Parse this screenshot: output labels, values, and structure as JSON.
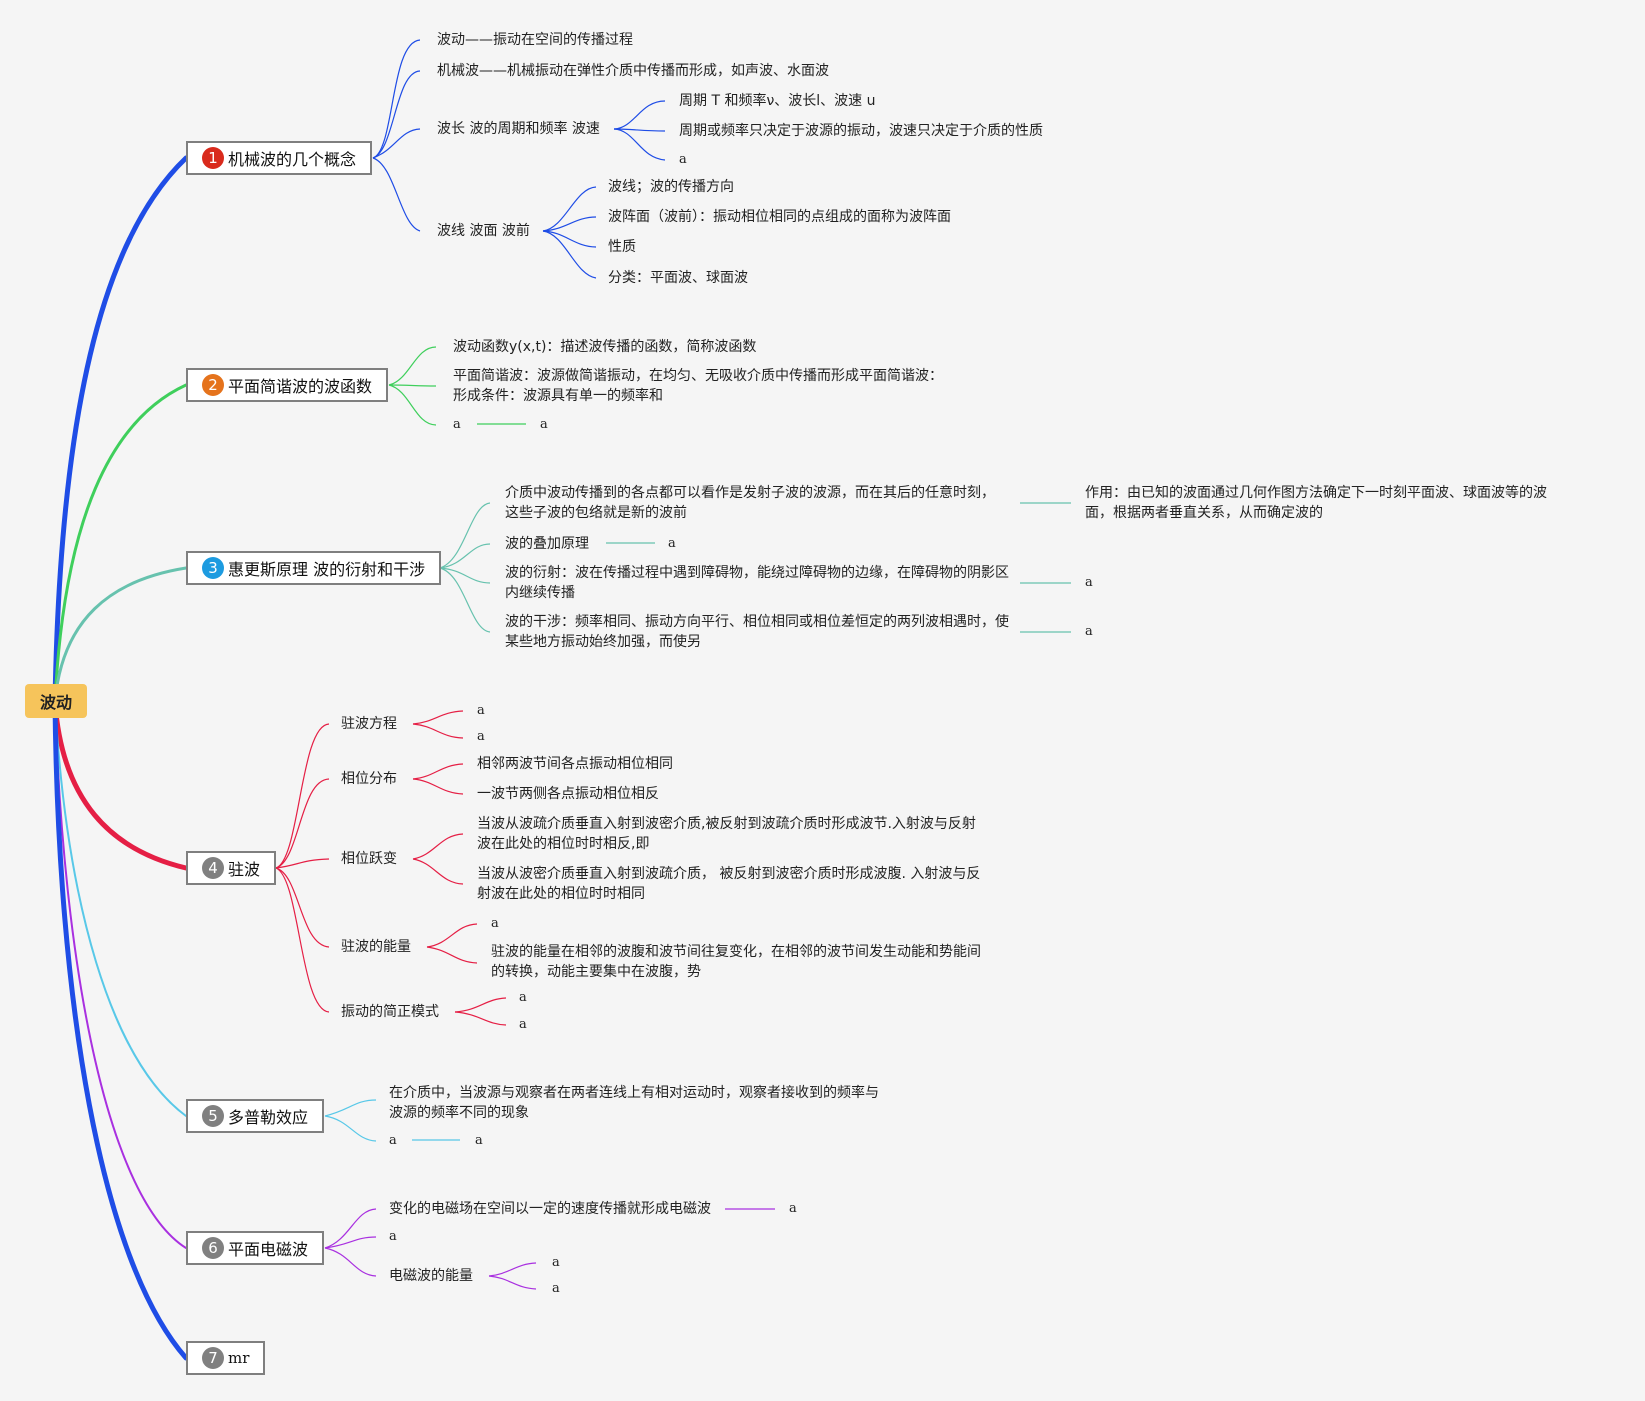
{
  "root": {
    "label": "波动"
  },
  "colors": {
    "b1": "#1f4de6",
    "b2": "#3fcf5c",
    "b3": "#67c2ae",
    "b4": "#e51f45",
    "b5": "#58c8e8",
    "b6": "#a930e0",
    "b7": "#1f4de6",
    "num1": "#d92a1c",
    "num2": "#e5731c",
    "num3": "#1d9be0",
    "numGray": "#808080"
  },
  "branches": [
    {
      "num": "1",
      "label": "机械波的几个概念"
    },
    {
      "num": "2",
      "label": "平面简谐波的波函数"
    },
    {
      "num": "3",
      "label": "惠更斯原理 波的衍射和干涉"
    },
    {
      "num": "4",
      "label": "驻波"
    },
    {
      "num": "5",
      "label": "多普勒效应"
    },
    {
      "num": "6",
      "label": "平面电磁波"
    },
    {
      "num": "7",
      "label": "mr"
    }
  ],
  "b1": {
    "c1": "波动——振动在空间的传播过程",
    "c2": "机械波——机械振动在弹性介质中传播而形成，如声波、水面波",
    "c3": "波长 波的周期和频率 波速",
    "c3a": "周期 T 和频率ν、波长l、波速 u",
    "c3b": "周期或频率只决定于波源的振动，波速只决定于介质的性质",
    "c3c": "a",
    "c4": "波线 波面 波前",
    "c4a": "波线；波的传播方向",
    "c4b": "波阵面（波前）：振动相位相同的点组成的面称为波阵面",
    "c4c": "性质",
    "c4d": "分类：平面波、球面波"
  },
  "b2": {
    "c1": "波动函数y(x,t)：描述波传播的函数，简称波函数",
    "c2": "平面简谐波：波源做简谐振动，在均匀、无吸收介质中传播而形成平面简谐波：形成条件：波源具有单一的频率和",
    "c3": "a",
    "c3a": "a"
  },
  "b3": {
    "c1": "介质中波动传播到的各点都可以看作是发射子波的波源，而在其后的任意时刻，这些子波的包络就是新的波前",
    "c1a": "作用：由已知的波面通过几何作图方法确定下一时刻平面波、球面波等的波面，根据两者垂直关系，从而确定波的",
    "c2": "波的叠加原理",
    "c2a": "a",
    "c3": "波的衍射：波在传播过程中遇到障碍物，能绕过障碍物的边缘，在障碍物的阴影区内继续传播",
    "c3a": "a",
    "c4": "波的干涉：频率相同、振动方向平行、相位相同或相位差恒定的两列波相遇时，使某些地方振动始终加强，而使另",
    "c4a": "a"
  },
  "b4": {
    "c1": "驻波方程",
    "c1a": "a",
    "c1b": "a",
    "c2": "相位分布",
    "c2a": "相邻两波节间各点振动相位相同",
    "c2b": "一波节两侧各点振动相位相反",
    "c3": "相位跃变",
    "c3a": "当波从波疏介质垂直入射到波密介质,被反射到波疏介质时形成波节.入射波与反射波在此处的相位时时相反,即",
    "c3b": "当波从波密介质垂直入射到波疏介质， 被反射到波密介质时形成波腹. 入射波与反射波在此处的相位时时相同",
    "c4": "驻波的能量",
    "c4a": "a",
    "c4b": "驻波的能量在相邻的波腹和波节间往复变化，在相邻的波节间发生动能和势能间的转换，动能主要集中在波腹，势",
    "c5": "振动的简正模式",
    "c5a": "a",
    "c5b": "a"
  },
  "b5": {
    "c1": "在介质中，当波源与观察者在两者连线上有相对运动时，观察者接收到的频率与波源的频率不同的现象",
    "c2": "a",
    "c2a": "a"
  },
  "b6": {
    "c1": "变化的电磁场在空间以一定的速度传播就形成电磁波",
    "c1a": "a",
    "c2": "a",
    "c3": "电磁波的能量",
    "c3a": "a",
    "c3b": "a"
  }
}
